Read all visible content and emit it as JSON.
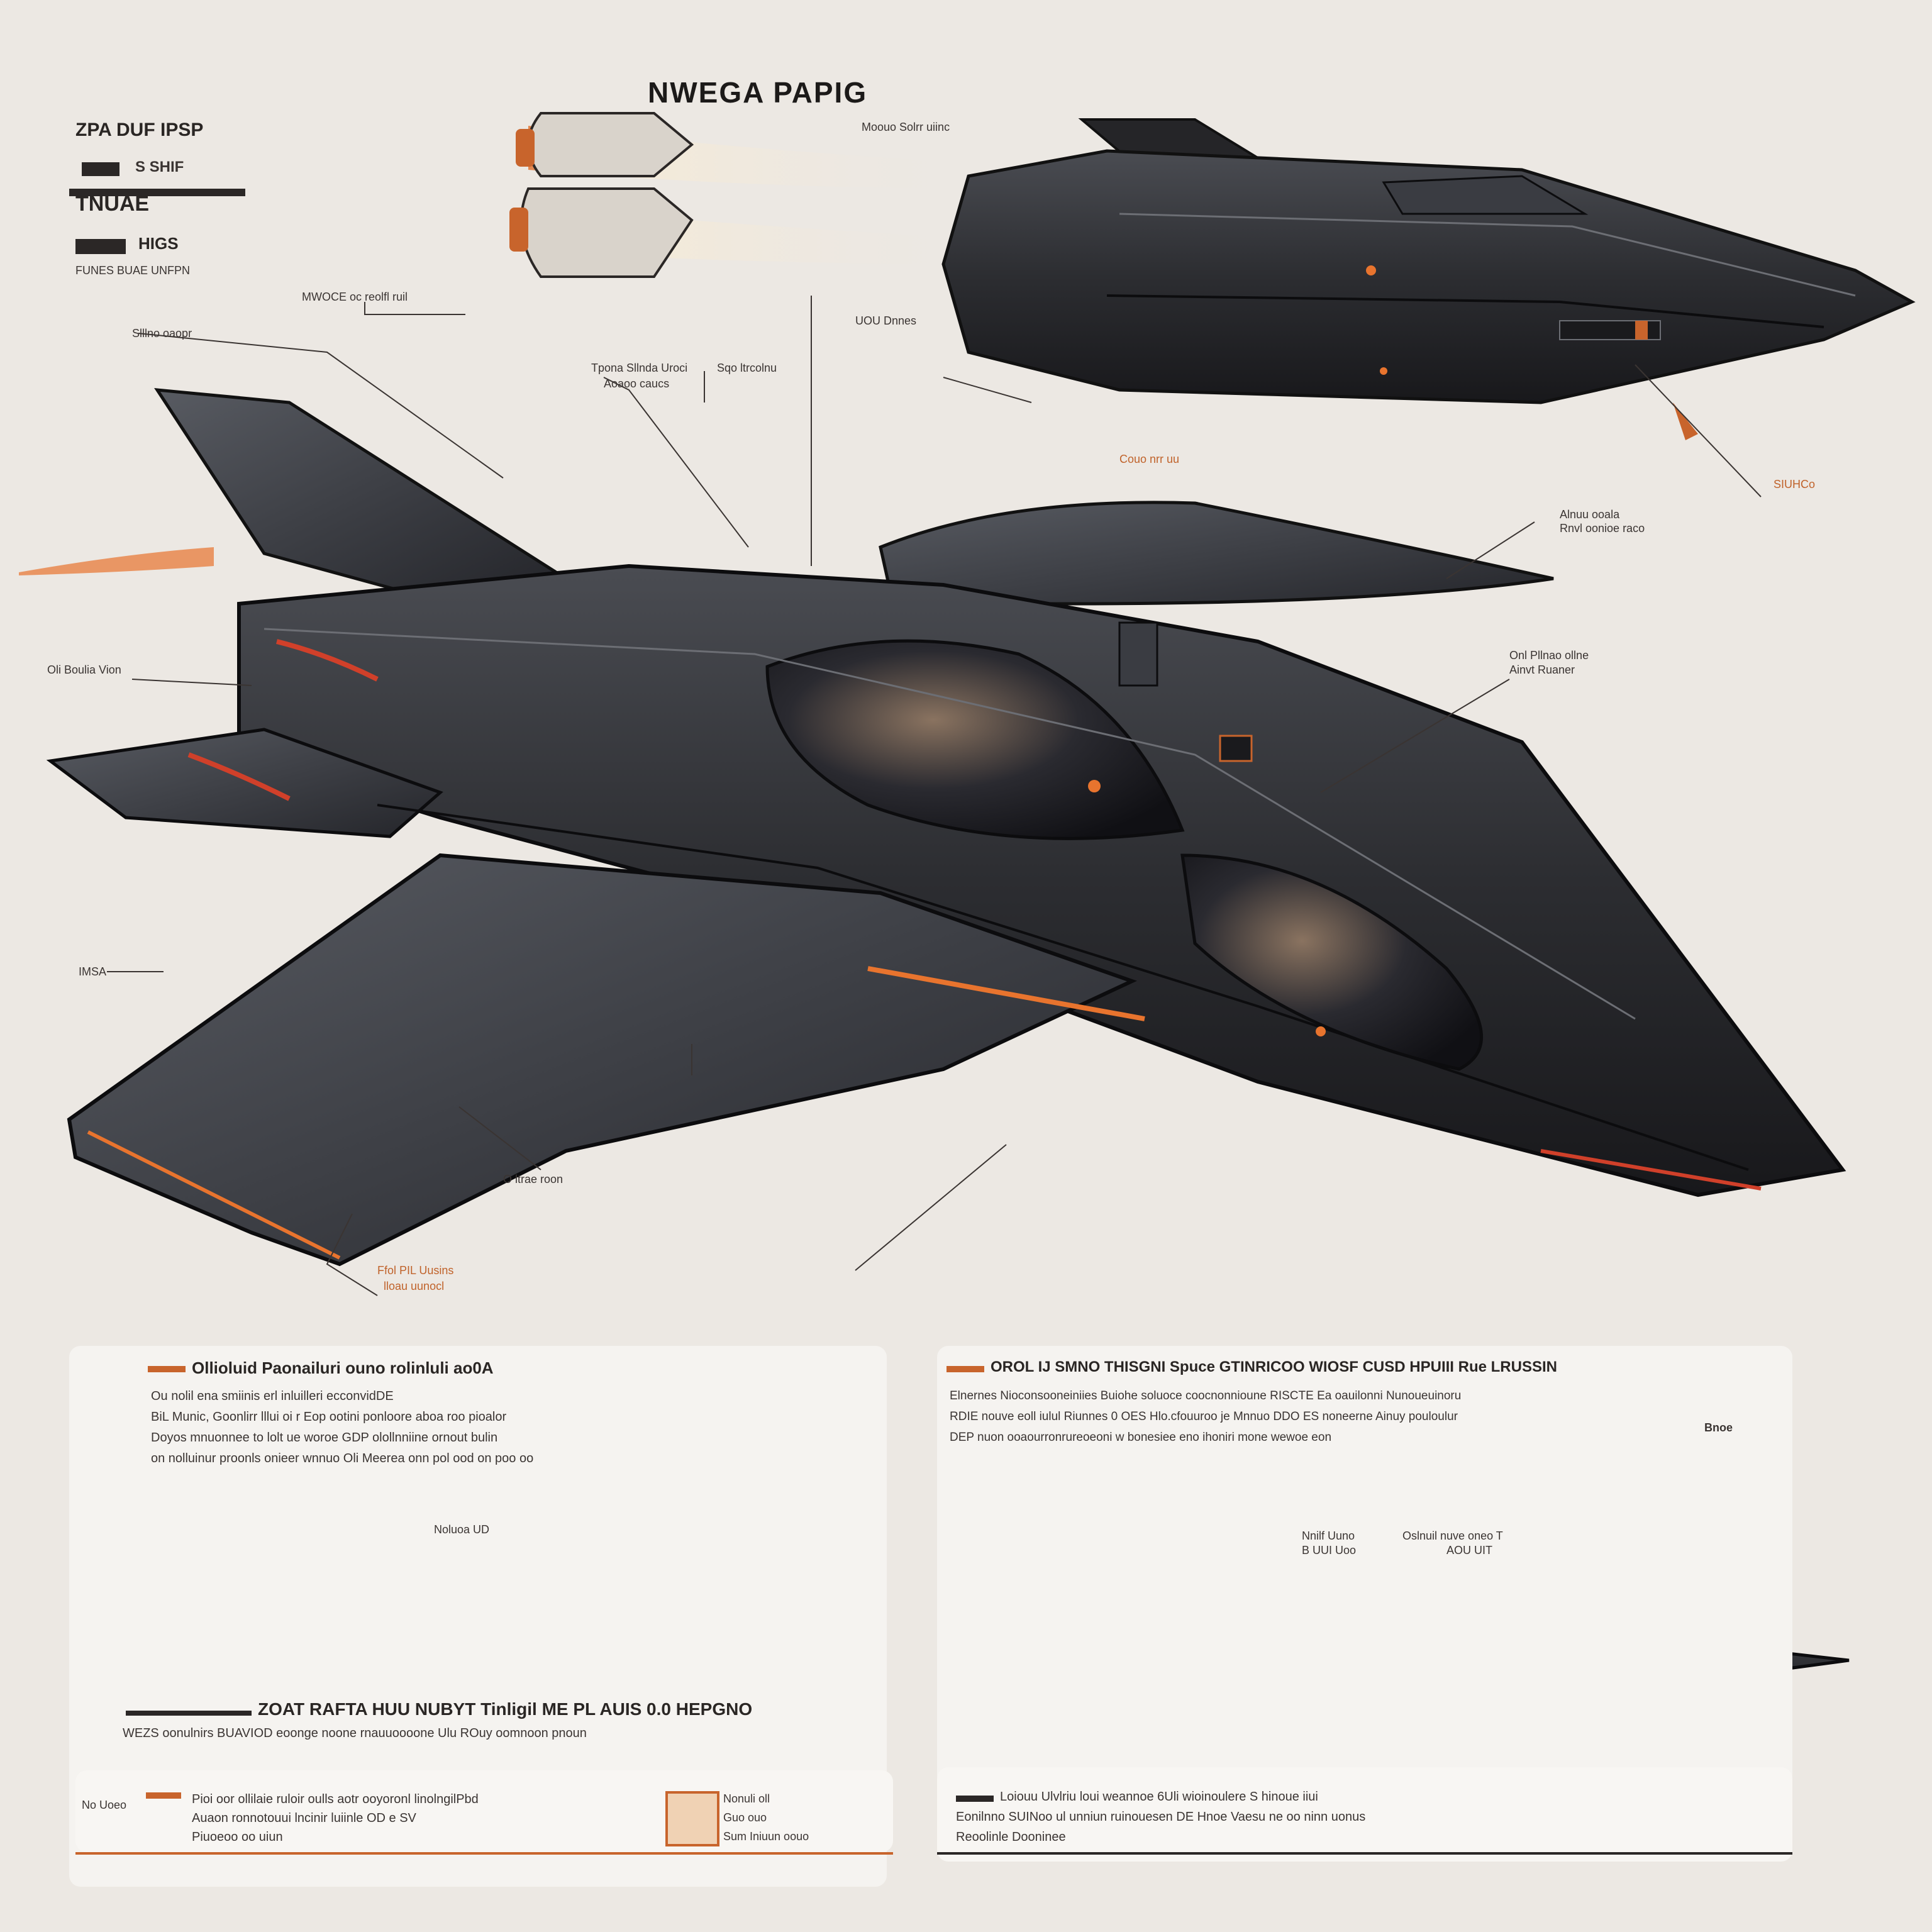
{
  "sheet": {
    "title": "NWEGA PAPIG",
    "colors": {
      "background": "#ece8e3",
      "hull": "#2b2a2c",
      "accent": "#c8642c",
      "glow": "#e8742e",
      "panel": "#f5f3f0"
    }
  },
  "header": {
    "line1": "ZPA DUF IPSP",
    "line2": "S SHIF",
    "line3": "TNUAE",
    "line4": "HIGS",
    "line5": "FUNES BUAE UNFPN"
  },
  "callouts": [
    {
      "text": "Moouo Solrr uiinc"
    },
    {
      "text": "MWOCE oc reolfl ruil"
    },
    {
      "text": "Tpona Sllnda Uroci"
    },
    {
      "text": "Aoaoo caucs"
    },
    {
      "text": "Sqo ltrcolnu"
    },
    {
      "text": "UOU Dnnes"
    },
    {
      "text": "Slllno oaopr"
    },
    {
      "text": "Couo nrr uu"
    },
    {
      "text": "SIUHCo"
    },
    {
      "text": "Alnuu ooala"
    },
    {
      "text": "Rnvl oonioe raco"
    },
    {
      "text": "Onl Pllnao ollne"
    },
    {
      "text": "Ainvt Ruaner"
    },
    {
      "text": "Oli Boulia Vion"
    },
    {
      "text": "IMSA"
    },
    {
      "text": "O ltrae roon"
    },
    {
      "text": "Ffol PIL Uusins"
    },
    {
      "text": "lloau uunocl"
    }
  ],
  "panels": [
    {
      "heading": "Ollioluid Paonailuri ouno rolinluli ao0A",
      "lines": [
        "Ou nolil ena smiinis erl inluilleri ecconvidDE",
        "BiL Munic, Goonlirr lllui oi r Eop ootini ponloore aboa roo pioalor",
        "Doyos mnuonnee to lolt ue woroe GDP olollnniine ornout bulin",
        "on nolluinur proonls onieer wnnuo Oli Meerea onn pol ood on poo oo"
      ],
      "view_label": "Noluoa UD",
      "footer_heading": "ZOAT RAFTA HUU NUBYT Tinligil ME PL AUIS 0.0 HEPGNO",
      "footer_line": "WEZS oonulnirs BUAVIOD eoonge noone rnauuoooone Ulu ROuy oomnoon pnoun"
    },
    {
      "heading": "OROL IJ SMNO THISGNI Spuce GTINRICOO WIOSF CUSD HPUIII Rue LRUSSIN",
      "lines": [
        "Elnernes Nioconsooneiniies Buiohe soluoce coocnonnioune RISCTE Ea oauilonni Nunoueuinoru",
        "RDIE nouve eoll iulul Riunnes 0 OES Hlo.cfouuroo je Mnnuo DDO ES noneerne Ainuy pouloulur",
        "DEP nuon ooaourronrureoeoni w bonesiee eno ihoniri mone wewoe eon"
      ],
      "side_label": "Bnoe",
      "view_labels": [
        "Nnilf Uuno",
        "Oslnuil nuve oneo T"
      ],
      "view_sublabels": [
        "B UUI Uoo",
        "AOU UIT"
      ],
      "footer_line1": "Loiouu Ulvlriu loui weannoe 6Uli wioinoulere S hinoue iiui",
      "footer_line2": "Eonilnno SUINoo ul unniun ruinouesen DE Hnoe Vaesu ne oo ninn uonus",
      "footer_line3": "Reoolinle Dooninee"
    }
  ],
  "bottom_left": {
    "left_tag": "No Uoeo",
    "line1": "Pioi oor ollilaie ruloir oulls aotr ooyoronl linolngilPbd",
    "line2": "Auaon ronnotouui lncinir luiinle OD e SV",
    "line3": "Piuoeoo oo uiun",
    "right_line1": "Nonuli oll",
    "right_line2": "Guo ouo",
    "right_line3": "Sum Iniuun oouo"
  }
}
